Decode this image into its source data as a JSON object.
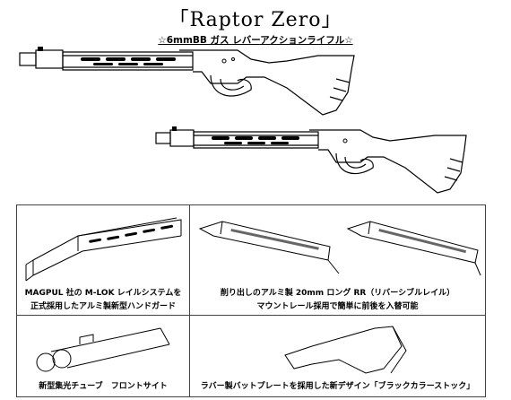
{
  "title": "「Raptor Zero」",
  "subtitle": "☆6mmBB ガス レバーアクションライフル☆",
  "panels": {
    "mlok": {
      "line1": "MAGPUL 社の M-LOK レイルシステムを",
      "line2": "正式採用したアルミ製新型ハンドガード"
    },
    "rail": {
      "line1": "削り出しのアルミ製 20mm ロング RR（リバーシブルレイル）",
      "line2": "マウントレール採用で簡単に前後を入替可能"
    },
    "tube": {
      "line1": "新型集光チューブ　フロントサイト"
    },
    "stock": {
      "line1": "ラバー製バットプレートを採用した新デザイン「ブラックカラーストック」"
    }
  }
}
